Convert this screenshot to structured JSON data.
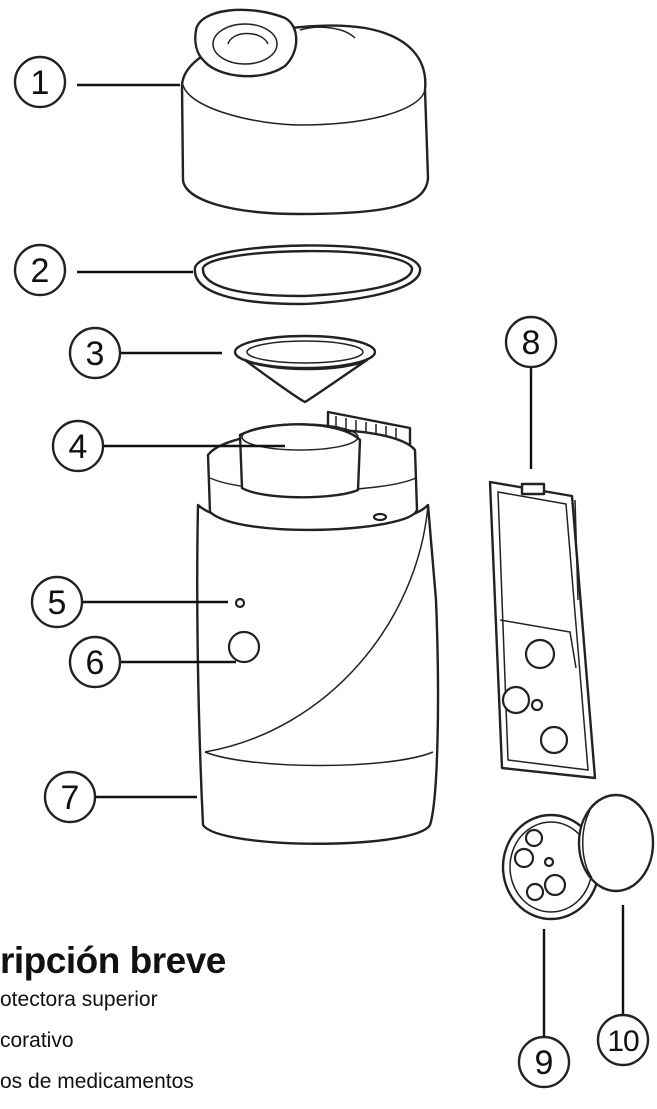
{
  "callouts": [
    {
      "id": "1",
      "label": "1"
    },
    {
      "id": "2",
      "label": "2"
    },
    {
      "id": "3",
      "label": "3"
    },
    {
      "id": "4",
      "label": "4"
    },
    {
      "id": "5",
      "label": "5"
    },
    {
      "id": "6",
      "label": "6"
    },
    {
      "id": "7",
      "label": "7"
    },
    {
      "id": "8",
      "label": "8"
    },
    {
      "id": "9",
      "label": "9"
    },
    {
      "id": "10",
      "label": "10"
    }
  ],
  "caption": {
    "title": "ripción breve",
    "lines": [
      "otectora superior",
      "corativo",
      "os de medicamentos"
    ]
  }
}
